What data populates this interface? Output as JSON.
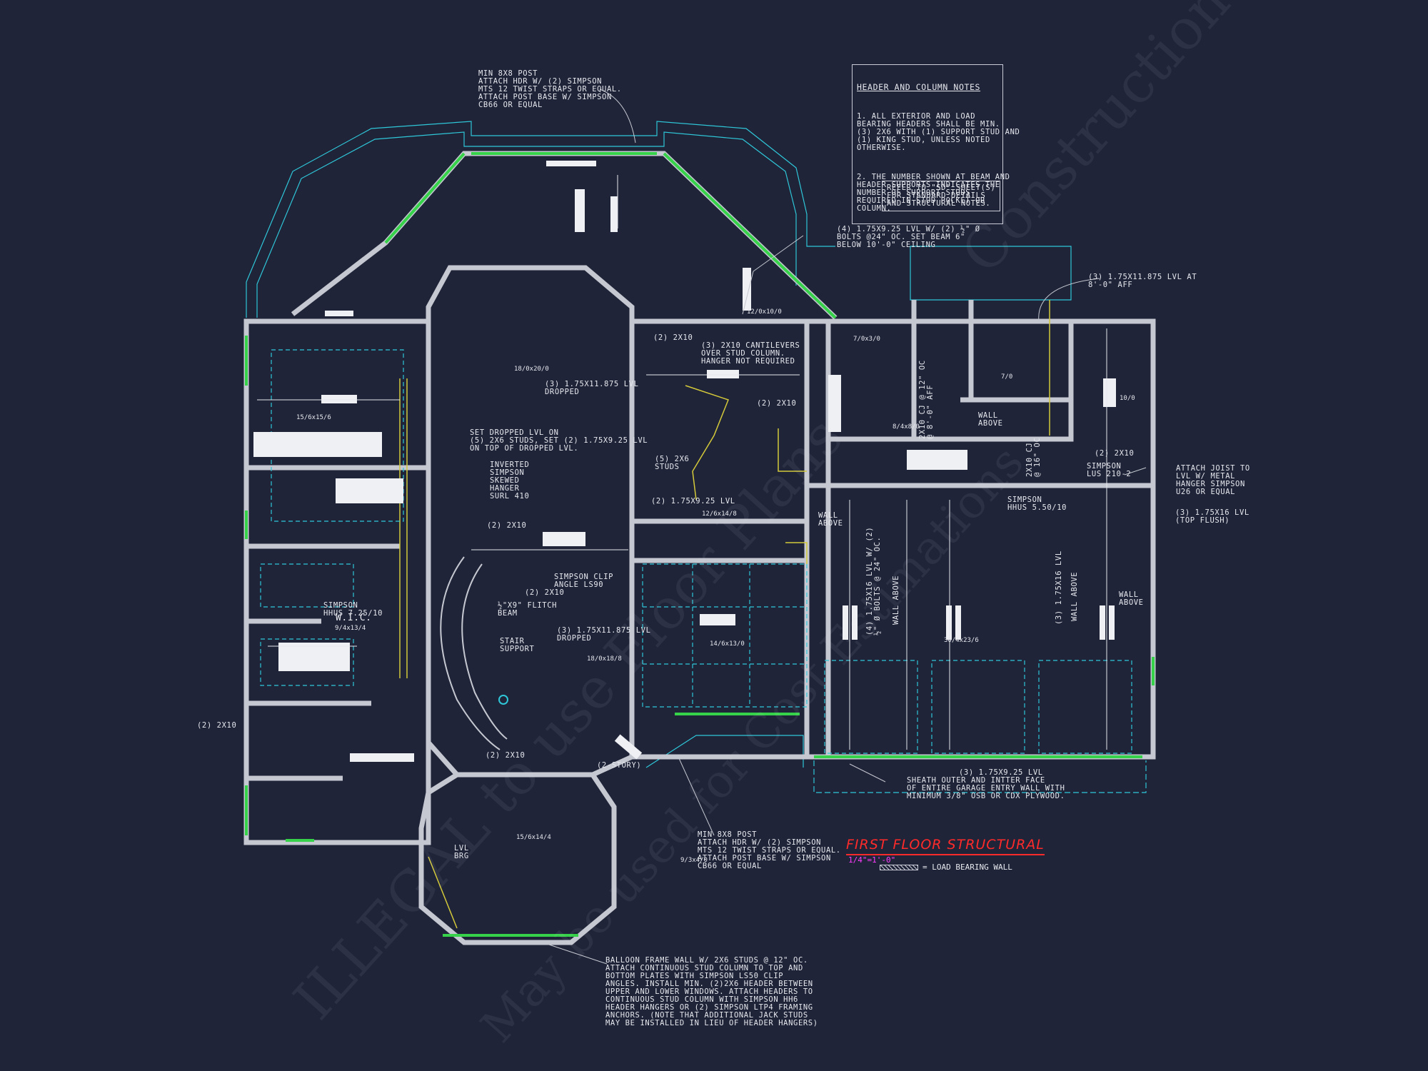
{
  "notes": {
    "header_title": "HEADER AND COLUMN NOTES",
    "header_1": "1. ALL EXTERIOR AND LOAD\nBEARING HEADERS SHALL BE MIN.\n(3) 2x6 WITH (1) SUPPORT STUD AND\n(1) KING STUD, UNLESS NOTED\nOTHERWISE.",
    "header_2": "2. THE NUMBER SHOWN AT BEAM AND\nHEADER SUPPORTS INDICATES THE\nNUMBER OF SUPPORT STUDS\nREQUIRED IN STUD POCKET OR\nCOLUMN.",
    "refer": "REFER TO \"SD\" SHEET(S)\nFOR STANDARD DETAILS\nAND STRUCTURAL NOTES.",
    "post_top": "MIN 8x8 POST\nATTACH HDR w/ (2) SIMPSON\nMTS 12 TWIST STRAPS OR EQUAL.\nATTACH POST BASE w/ SIMPSON\nCB66 OR EQUAL",
    "lvl_bolts": "(4) 1.75x9.25 LVL w/ (2) ½\" ø\nBOLTS @24\" OC. SET BEAM 6\"\nBELOW 10'-0\" CEILING",
    "lvl_aff": "(3) 1.75x11.875 LVL AT\n8'-0\" AFF",
    "cantilevers": "(3) 2x10 CANTILEVERS\nOVER STUD COLUMN.\nHANGER NOT REQUIRED",
    "hdr_2x10_a": "(2) 2x10",
    "hdr_2x10_b": "(2) 2x10",
    "hdr_2x10_c": "(2) 2x10",
    "hdr_2x10_d": "(2) 2x10",
    "hdr_2x10_e": "(2) 2x10",
    "hdr_2x10_f": "(2) 2x10",
    "hdr_2x10_g": "(2) 2x10",
    "lvl_dropped": "(3) 1.75x11.875 LVL\nDROPPED",
    "lvl_dropped_2": "(3) 1.75x11.875 LVL\nDROPPED",
    "set_dropped": "SET DROPPED LVL ON\n(5) 2x6 STUDS, SET (2) 1.75x9.25 LVL\nON TOP OF DROPPED LVL.",
    "inverted": "INVERTED\nSIMPSON\nSKEWED\nHANGER\nSURL 410",
    "studs_5": "(5) 2x6\nSTUDS",
    "lvl_925": "(2) 1.75x9.25 LVL",
    "clip_angle": "SIMPSON CLIP\nANGLE LS90",
    "flitch": "½\"x9\" FLITCH\nBEAM",
    "hhus_710": "SIMPSON\nHHUS 7.25/10",
    "stair_support": "STAIR\nSUPPORT",
    "two_story": "(2-STORY)",
    "lvl_brg": "LVL\nBRG",
    "post_bottom": "MIN 8x8 POST\nATTACH HDR w/ (2) SIMPSON\nMTS 12 TWIST STRAPS OR EQUAL.\nATTACH POST BASE w/ SIMPSON\nCB66 OR EQUAL",
    "balloon": "BALLOON FRAME WALL w/ 2x6 STUDS @ 12\" OC.\nATTACH CONTINUOUS STUD COLUMN TO TOP AND\nBOTTOM PLATES WITH SIMPSON LS50 CLIP\nANGLES. INSTALL MIN. (2)2x6 HEADER BETWEEN\nUPPER AND LOWER WINDOWS. ATTACH HEADERS TO\nCONTINUOUS STUD COLUMN WITH SIMPSON HH6\nHEADER HANGERS OR (2) SIMPSON LTP4 FRAMING\nANCHORS. (NOTE THAT ADDITIONAL JACK STUDS\nMAY BE INSTALLED IN LIEU OF HEADER HANGERS)",
    "sheath": "SHEATH OUTER AND INTTER FACE\nOF ENTIRE GARAGE ENTRY WALL WITH\nMINIMUM 3/8\" OSB OR CDX PLYWOOD.",
    "lvl_925_bottom": "(3) 1.75x9.25 LVL",
    "attach_joist": "ATTACH JOIST TO\nLVL w/ METAL\nHANGER SIMPSON\nU26 OR EQUAL",
    "lvl_16": "(3) 1.75x16 LVL\n(TOP FLUSH)",
    "lus": "SIMPSON\nLUS 210-2",
    "hhus_510": "SIMPSON\nHHUS 5.50/10",
    "wall_above_1": "WALL\nABOVE",
    "wall_above_2": "WALL\nABOVE",
    "wall_above_3": "WALL\nABOVE",
    "cj_12": "2x10 CJ @ 12\" OC\n@ 8'-0\" AFF",
    "cj_16": "2x10 CJ\n@ 16\" OC",
    "lvl_vert_1": "(4) 1.75x16 LVL w/ (2)\n½\" ø BOLTS @ 24\" OC.",
    "lvl_vert_2": "(3) 1.75x16 LVL",
    "wall_above_v1": "WALL ABOVE",
    "wall_above_v2": "WALL ABOVE",
    "wic": "W.I.C."
  },
  "rooms": {
    "r1": "18/0x20/0",
    "r2": "15/6x15/6",
    "r3": "12/6x14/8",
    "r4": "18/0x18/8",
    "r5": "14/6x13/0",
    "r6": "30/4x23/6",
    "r7": "15/6x14/4",
    "r8": "9/4x13/4",
    "r9": "8/4x8/0",
    "r10": "7/0x3/0",
    "r11": "10/0",
    "r12": "7/0",
    "r13": "9/3x4/0",
    "r14": "12/0x10/0"
  },
  "title": {
    "main": "FIRST FLOOR STRUCTURAL",
    "scale": "1/4\"=1'-0\"",
    "legend": "= LOAD BEARING WALL"
  },
  "watermark": {
    "line1": "ILLEGAL to use Floor Plans",
    "line2": "May be used for Cost Estimations",
    "line3": "Construction"
  },
  "colors": {
    "background": "#1f2438",
    "wall": "#c5c8d0",
    "cyan": "#2fc6d8",
    "green": "#36d24a",
    "yellow": "#d4c93a",
    "title_red": "#ff2a2a",
    "scale_magenta": "#ff3cff"
  }
}
